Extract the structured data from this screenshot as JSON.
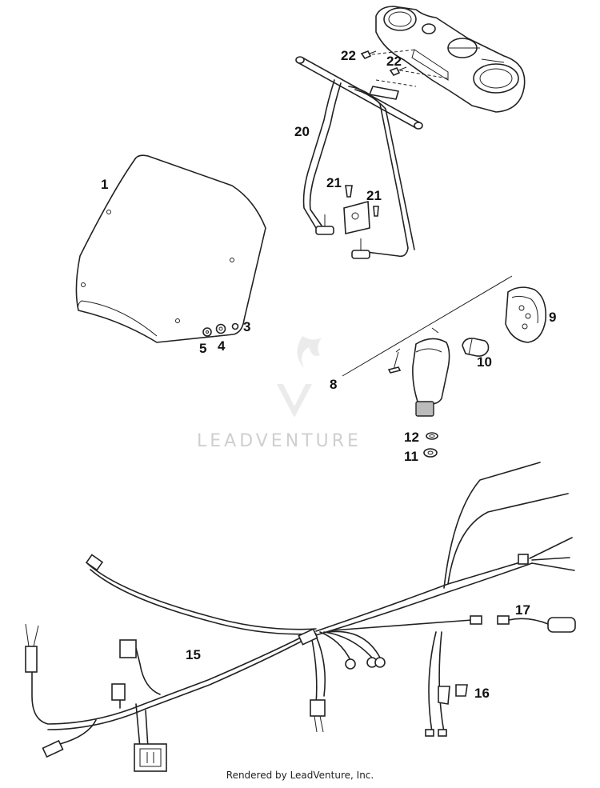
{
  "watermark": {
    "text": "LEADVENTURE"
  },
  "footer": {
    "text": "Rendered by LeadVenture, Inc."
  },
  "callouts": {
    "c1": "1",
    "c3": "3",
    "c4": "4",
    "c5": "5",
    "c8": "8",
    "c9": "9",
    "c10": "10",
    "c11": "11",
    "c12": "12",
    "c15": "15",
    "c16": "16",
    "c17": "17",
    "c20": "20",
    "c21a": "21",
    "c21b": "21",
    "c22a": "22",
    "c22b": "22"
  }
}
